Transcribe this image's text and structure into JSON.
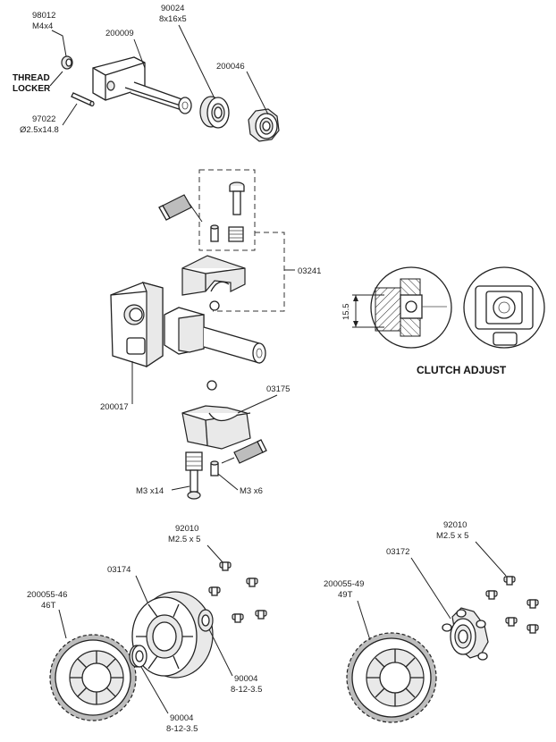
{
  "labels": {
    "nut_id": "98012",
    "nut_size": "M4x4",
    "thread_locker_1": "THREAD",
    "thread_locker_2": "LOCKER",
    "pin_id": "97022",
    "pin_size": "Ø2.5x14.8",
    "shaft_id": "200009",
    "bearing_id": "90024",
    "bearing_size": "8x16x5",
    "locknut_id": "200046",
    "clamp_set_id": "03241",
    "carrier_id": "200017",
    "clamp_lower_id": "03175",
    "screw_size": "M3 x14",
    "setscrew_size": "M3 x6",
    "dimension_value": "15.5",
    "clutch_adjust": "CLUTCH ADJUST",
    "screws_left_id": "92010",
    "screws_left_size": "M2.5 x 5",
    "screws_right_id": "92010",
    "screws_right_size": "M2.5 x 5",
    "housing_id": "03174",
    "hub_id": "03172",
    "gear46_id": "200055-46",
    "gear46_teeth": "46T",
    "gear49_id": "200055-49",
    "gear49_teeth": "49T",
    "bearing_right_id": "90004",
    "bearing_right_size": "8-12-3.5",
    "bearing_left_id": "90004",
    "bearing_left_size": "8-12-3.5"
  },
  "icons": [
    "thread-locker-tube-icon"
  ]
}
